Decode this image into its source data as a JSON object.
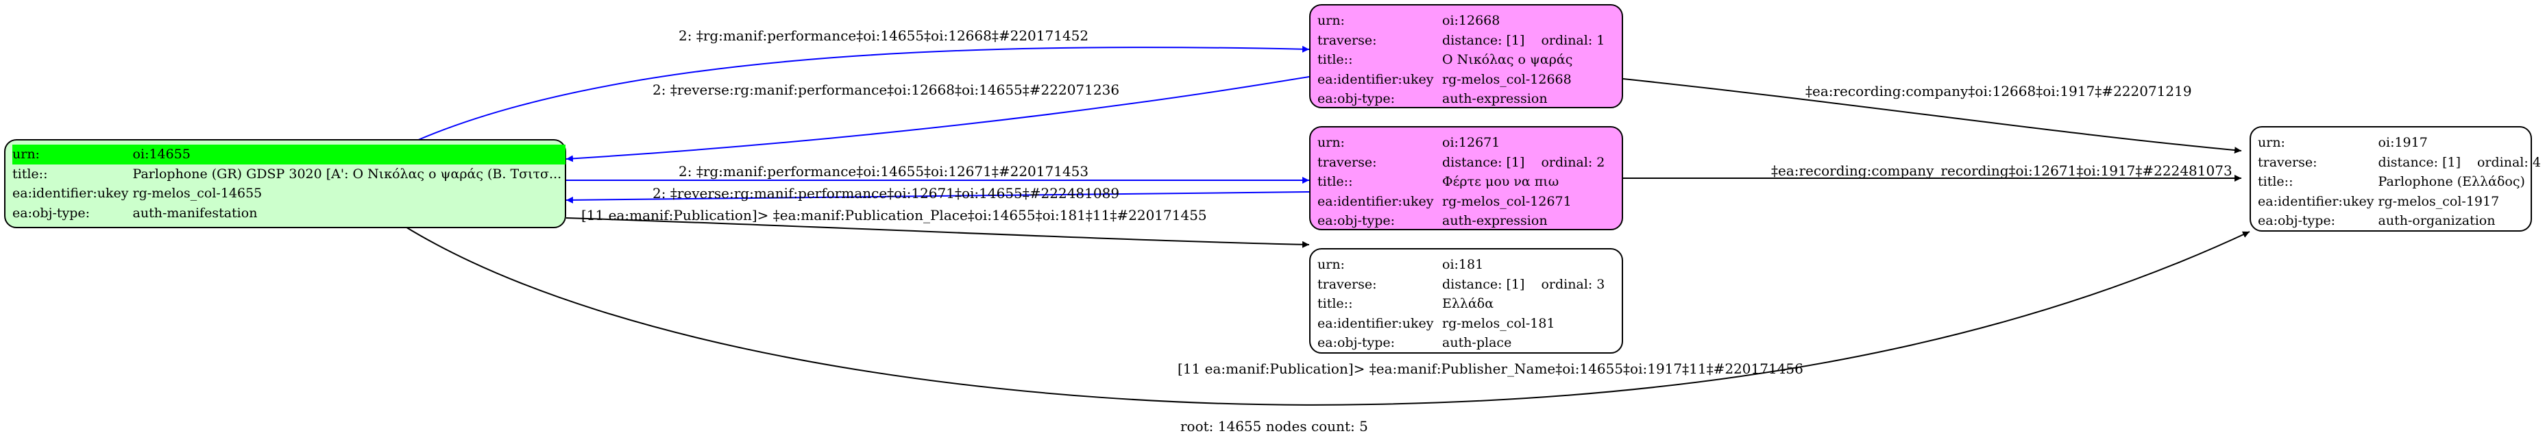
{
  "colors": {
    "root_fill": "#ccffcc",
    "root_highlight": "#00ff00",
    "expression_fill": "#ff99ff",
    "plain_fill": "#ffffff",
    "edge_blue": "#0000ff",
    "edge_black": "#000000"
  },
  "nodes": {
    "manifestation": {
      "rows": [
        {
          "key": "urn:",
          "value": "oi:14655"
        },
        {
          "key": "title::",
          "value": "Parlophone (GR) GDSP 3020 [A': Ο Νικόλας ο ψαράς (Β. Τσιτσ..."
        },
        {
          "key": "ea:identifier:ukey",
          "value": "rg-melos_col-14655"
        },
        {
          "key": "ea:obj-type:",
          "value": "auth-manifestation"
        }
      ]
    },
    "expr_12668": {
      "urn": {
        "key": "urn:",
        "value": "oi:12668"
      },
      "traverse": {
        "key": "traverse:",
        "distance": "distance: [1]",
        "ordinal": "ordinal: 1"
      },
      "rows": [
        {
          "key": "title::",
          "value": "Ο Νικόλας ο ψαράς"
        },
        {
          "key": "ea:identifier:ukey",
          "value": "rg-melos_col-12668"
        },
        {
          "key": "ea:obj-type:",
          "value": "auth-expression"
        }
      ]
    },
    "expr_12671": {
      "urn": {
        "key": "urn:",
        "value": "oi:12671"
      },
      "traverse": {
        "key": "traverse:",
        "distance": "distance: [1]",
        "ordinal": "ordinal: 2"
      },
      "rows": [
        {
          "key": "title::",
          "value": "Φέρτε μου να πιω"
        },
        {
          "key": "ea:identifier:ukey",
          "value": "rg-melos_col-12671"
        },
        {
          "key": "ea:obj-type:",
          "value": "auth-expression"
        }
      ]
    },
    "place_181": {
      "urn": {
        "key": "urn:",
        "value": "oi:181"
      },
      "traverse": {
        "key": "traverse:",
        "distance": "distance: [1]",
        "ordinal": "ordinal: 3"
      },
      "rows": [
        {
          "key": "title::",
          "value": "Ελλάδα"
        },
        {
          "key": "ea:identifier:ukey",
          "value": "rg-melos_col-181"
        },
        {
          "key": "ea:obj-type:",
          "value": "auth-place"
        }
      ]
    },
    "org_1917": {
      "urn": {
        "key": "urn:",
        "value": "oi:1917"
      },
      "traverse": {
        "key": "traverse:",
        "distance": "distance: [1]",
        "ordinal": "ordinal: 4"
      },
      "rows": [
        {
          "key": "title::",
          "value": "Parlophone (Ελλάδος)"
        },
        {
          "key": "ea:identifier:ukey",
          "value": "rg-melos_col-1917"
        },
        {
          "key": "ea:obj-type:",
          "value": "auth-organization"
        }
      ]
    }
  },
  "edges": {
    "performance_12668": "2: ‡rg:manif:performance‡oi:14655‡oi:12668‡#220171452",
    "reverse_12668": "2: ‡reverse:rg:manif:performance‡oi:12668‡oi:14655‡#222071236",
    "performance_12671": "2: ‡rg:manif:performance‡oi:14655‡oi:12671‡#220171453",
    "reverse_12671": "2: ‡reverse:rg:manif:performance‡oi:12671‡oi:14655‡#222481089",
    "publication_place": "[11 ea:manif:Publication]> ‡ea:manif:Publication_Place‡oi:14655‡oi:181‡11‡#220171455",
    "recording_company": "‡ea:recording:company‡oi:12668‡oi:1917‡#222071219",
    "company_recording": "‡ea:recording:company_recording‡oi:12671‡oi:1917‡#222481073",
    "publisher_name": "[11 ea:manif:Publication]> ‡ea:manif:Publisher_Name‡oi:14655‡oi:1917‡11‡#220171456"
  },
  "footer": "root: 14655 nodes count: 5"
}
